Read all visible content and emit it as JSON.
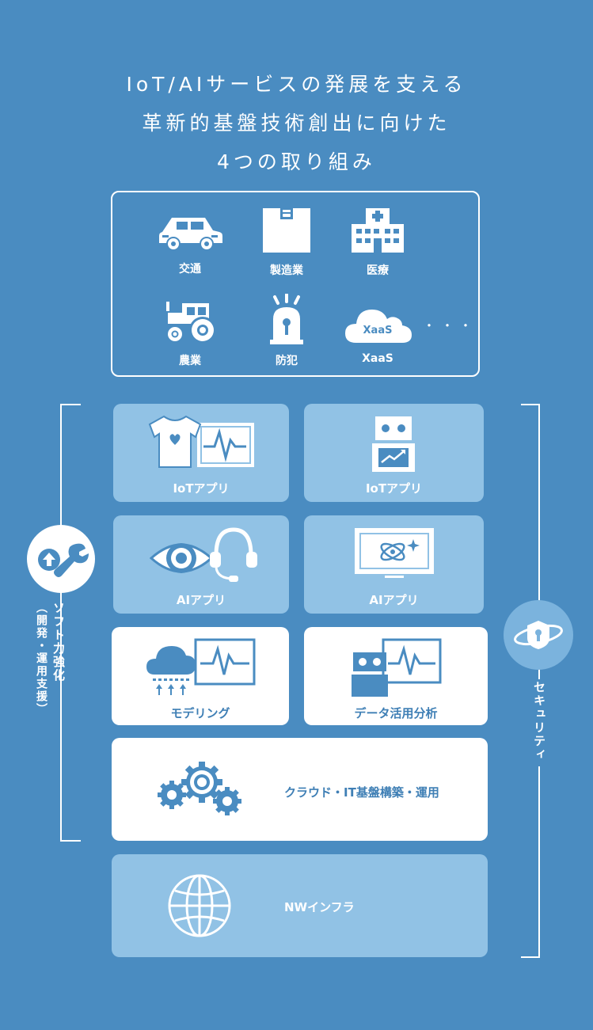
{
  "heading": {
    "line1": "IoT/AIサービスの発展を支える",
    "line2": "革新的基盤技術創出に向けた",
    "line3": "4つの取り組み"
  },
  "services": {
    "items": [
      {
        "label": "交通",
        "icon": "car-icon"
      },
      {
        "label": "製造業",
        "icon": "box-icon"
      },
      {
        "label": "医療",
        "icon": "hospital-icon"
      },
      {
        "label": "農業",
        "icon": "tractor-icon"
      },
      {
        "label": "防犯",
        "icon": "alarm-icon"
      },
      {
        "label": "XaaS",
        "icon": "cloud-icon"
      }
    ],
    "cloud_text": "XaaS",
    "more": "・・・"
  },
  "apps": {
    "iot1": "IoTアプリ",
    "iot2": "IoTアプリ",
    "ai1": "AIアプリ",
    "ai2": "AIアプリ",
    "modeling": "モデリング",
    "analysis": "データ活用分析",
    "cloud_infra": "クラウド・IT基盤構築・運用",
    "network": "NWインフラ"
  },
  "left": {
    "title": "ソフト力強化",
    "sub": "（開発・運用支援）",
    "icon": "upload-wrench-icon"
  },
  "right": {
    "title": "セキュリティ",
    "icon": "lock-orbit-icon"
  },
  "colors": {
    "background": "#4a8cc1",
    "light_block": "#91c2e5",
    "white_block": "#ffffff",
    "accent_text": "#3f7fb5"
  }
}
